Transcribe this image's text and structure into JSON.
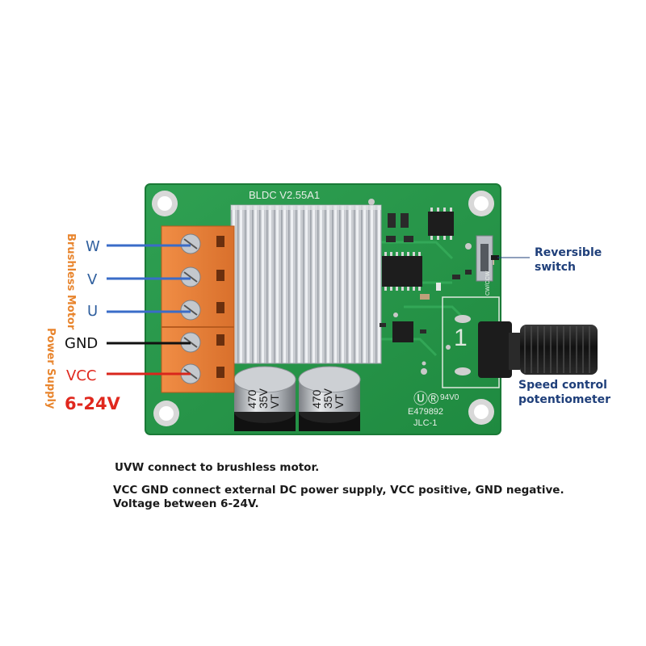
{
  "board": {
    "model": "BLDC  V2.55A1",
    "ul_mark": "Ⓤ®",
    "rating": "94V0",
    "cert_number": "E479892",
    "fab": "JLC-1",
    "switch_marking": "CW/CCW",
    "capacitor_label_lines": [
      "470",
      "35V",
      "VT"
    ]
  },
  "wires": {
    "w": "W",
    "v": "V",
    "u": "U",
    "gnd": "GND",
    "vcc": "VCC",
    "voltage": "6-24V"
  },
  "side_labels": {
    "motor": "Brushless Motor",
    "power": "Power Supply"
  },
  "callouts": {
    "switch": "Reversible\nswitch",
    "potentiometer": "Speed control\npotentiometer"
  },
  "notes": {
    "line1": "UVW connect to brushless motor.",
    "line2": "VCC GND connect external DC power supply, VCC positive, GND negative.",
    "line3": "Voltage between 6-24V."
  },
  "colors": {
    "pcb": "#2f9e4c",
    "terminal": "#e8833a",
    "wire_motor": "#3a6cc8",
    "wire_gnd": "#111111",
    "wire_vcc": "#d9261c",
    "label_orange": "#e8842c",
    "label_red": "#e0281e",
    "label_navy": "#1f3f7a"
  }
}
